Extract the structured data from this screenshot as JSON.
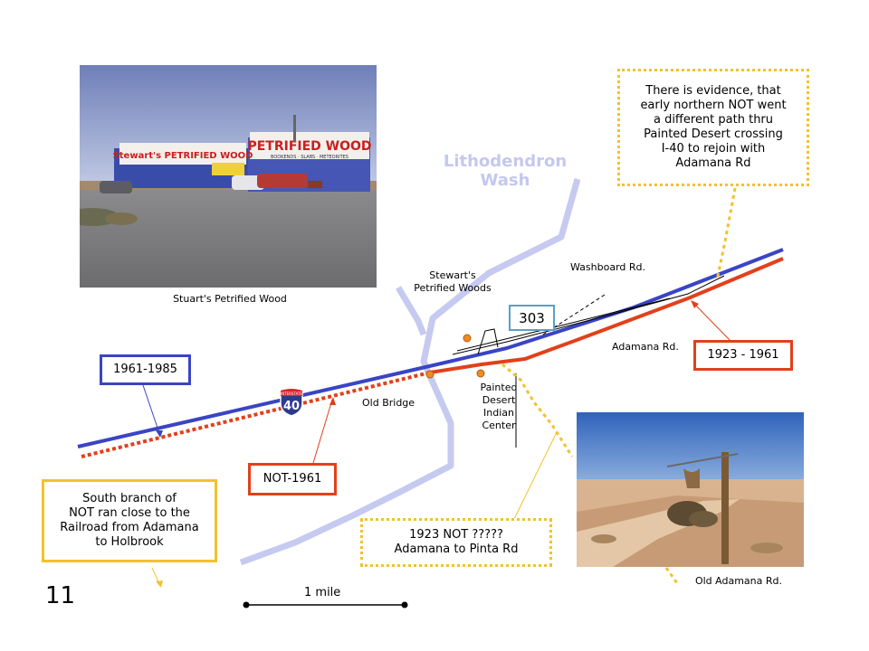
{
  "page_number": "11",
  "photos": {
    "stuart": {
      "caption": "Stuart's Petrified Wood",
      "sign_left": "Stewart's PETRIFIED WOOD",
      "sign_right": "PETRIFIED WOOD",
      "sign_right_sub": "BOOKENDS · SLABS · METEORITES"
    },
    "old_adamana": {
      "caption": "Old Adamana Rd."
    }
  },
  "map_labels": {
    "wash": [
      "Lithodendron",
      "Wash"
    ],
    "stewarts": [
      "Stewart's",
      "Petrified Woods"
    ],
    "washboard": "Washboard Rd.",
    "adamana_rd": "Adamana Rd.",
    "old_bridge": "Old Bridge",
    "painted_desert": [
      "Painted",
      "Desert",
      "Indian",
      "Center"
    ],
    "interstate_shield": "40",
    "interstate_top": "INTERSTATE",
    "scale": "1 mile"
  },
  "boxes": {
    "exit": "303",
    "b1961_1985": "1961-1985",
    "b1923_1961": "1923 - 1961",
    "not1961": "NOT-1961",
    "evidence": [
      "There is evidence, that",
      "early northern NOT went",
      "a different path thru",
      "Painted Desert crossing",
      "I-40 to rejoin with",
      "Adamana Rd"
    ],
    "south_branch": [
      "South branch of",
      "NOT ran close to the",
      "Railroad from Adamana",
      "to Holbrook"
    ],
    "not1923": [
      "1923 NOT ?????",
      "Adamana to  Pinta Rd"
    ]
  },
  "colors": {
    "i40": "#3a44c4",
    "route66": "#e2401a",
    "not_yellow": "#f2c22c",
    "wash": "#c4c8ee"
  }
}
